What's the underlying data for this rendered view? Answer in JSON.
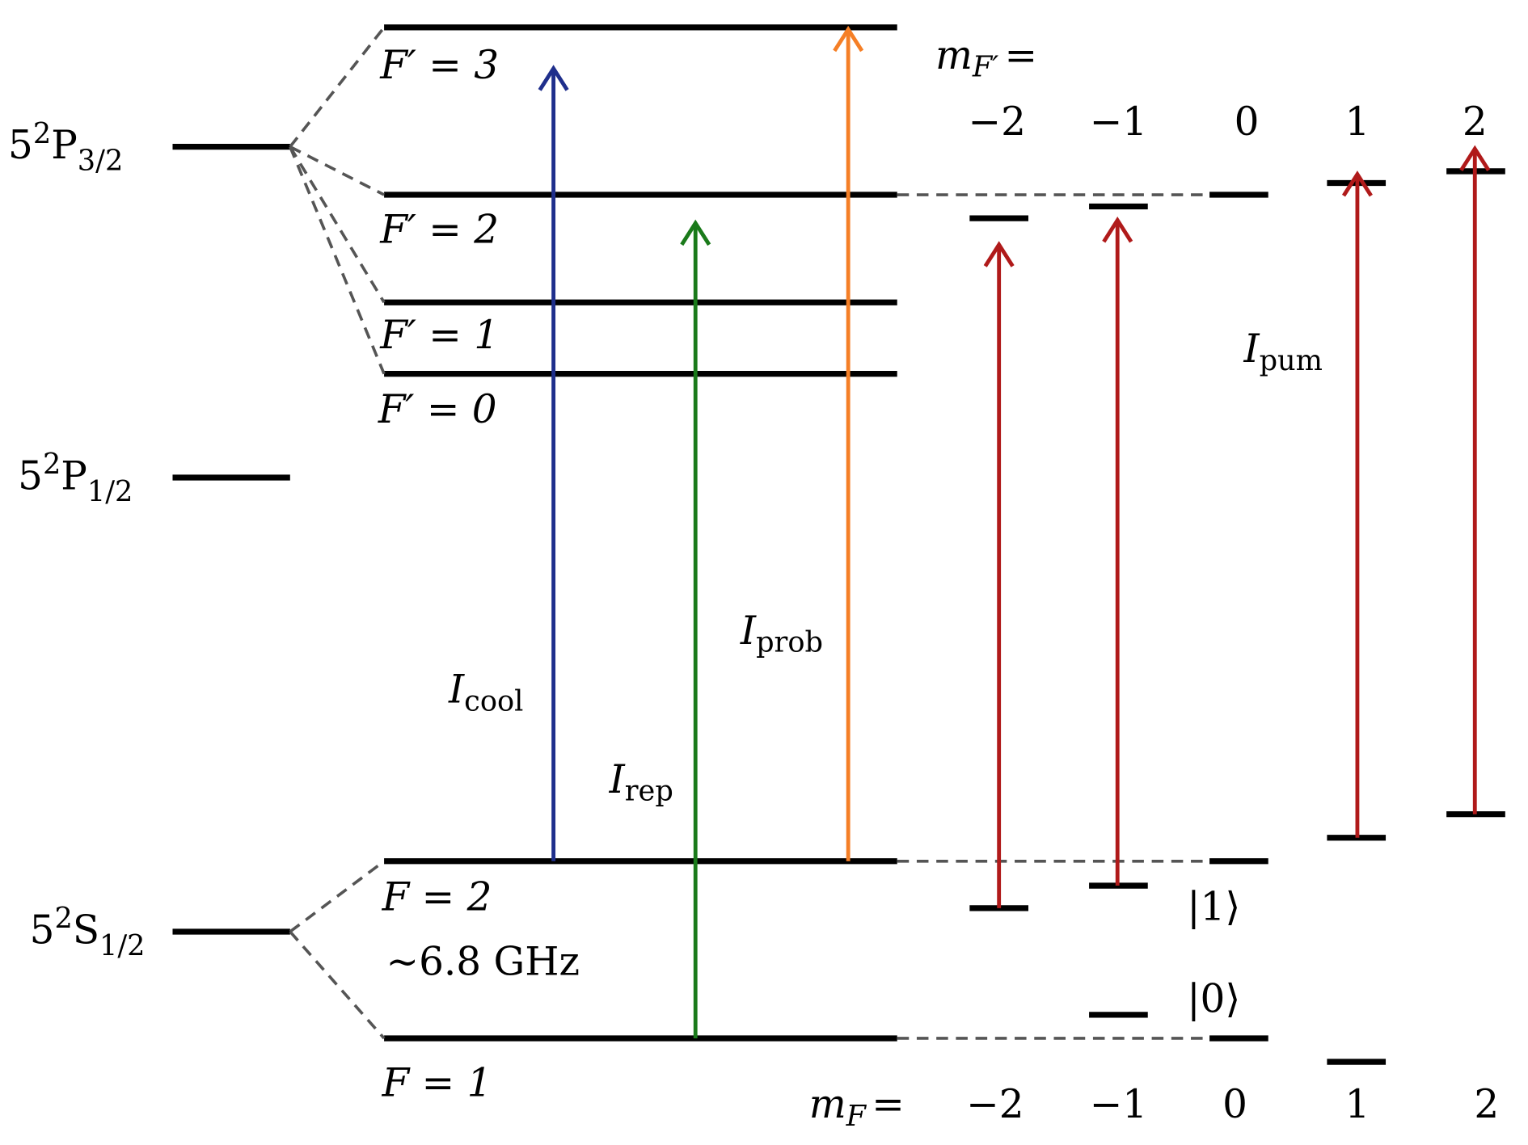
{
  "fine_structure": {
    "p32": {
      "base": "5",
      "sup": "2",
      "letter": "P",
      "sub": "3/2"
    },
    "p12": {
      "base": "5",
      "sup": "2",
      "letter": "P",
      "sub": "1/2"
    },
    "s12": {
      "base": "5",
      "sup": "2",
      "letter": "S",
      "sub": "1/2"
    }
  },
  "hyperfine_labels": {
    "fp3": "F′ = 3",
    "fp2": "F′ = 2",
    "fp1": "F′ = 1",
    "fp0": "F′ = 0",
    "f2": "F = 2",
    "f1": "F = 1",
    "splitting": "~6.8 GHz"
  },
  "beams": {
    "cool": {
      "main": "I",
      "sub": "cool",
      "color": "#1f2f8c"
    },
    "rep": {
      "main": "I",
      "sub": "rep",
      "color": "#1a7a1a"
    },
    "prob": {
      "main": "I",
      "sub": "prob",
      "color": "#f57f26"
    },
    "pum": {
      "main": "I",
      "sub": "pum",
      "color": "#b01a1a"
    }
  },
  "mfp_header": {
    "m": "m",
    "sub": "F′",
    "eq": "="
  },
  "mf_header": {
    "m": "m",
    "sub": "F",
    "eq": "="
  },
  "mfp_values": [
    "−2",
    "−1",
    "0",
    "1",
    "2"
  ],
  "mf_values": [
    "−2",
    "−1",
    "0",
    "1",
    "2"
  ],
  "states": {
    "one": "|1⟩",
    "zero": "|0⟩"
  }
}
